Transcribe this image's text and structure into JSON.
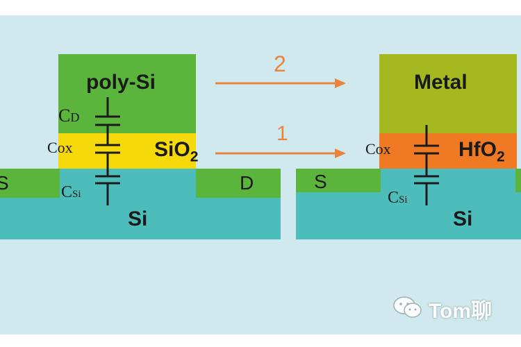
{
  "left_device": {
    "gate": "poly-Si",
    "oxide_main": "SiO",
    "oxide_sub": "2",
    "source": "S",
    "drain": "D",
    "substrate": "Si",
    "cap_gate_main": "C",
    "cap_gate_sub": "D",
    "cap_oxide": "Cox",
    "cap_si_main": "C",
    "cap_si_sub": "Si"
  },
  "right_device": {
    "gate": "Metal",
    "oxide_main": "HfO",
    "oxide_sub": "2",
    "source": "S",
    "substrate": "Si",
    "cap_oxide": "Cox",
    "cap_si_main": "C",
    "cap_si_sub": "Si"
  },
  "arrows": {
    "top_label": "2",
    "bottom_label": "1"
  },
  "watermark": {
    "text": "Tom聊",
    "icon": "wechat-icon"
  },
  "colors": {
    "background": "#cfe9ee",
    "poly_si": "#5bb43c",
    "metal": "#a6b81f",
    "sio2": "#f5d90a",
    "hfo2": "#f07a24",
    "source_drain": "#5bb43c",
    "silicon": "#4cbdbb",
    "arrow": "#e8843c"
  }
}
